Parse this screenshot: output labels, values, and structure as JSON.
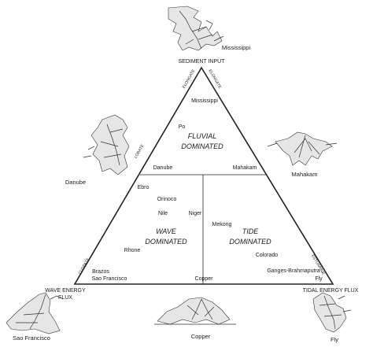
{
  "corners": {
    "top": "SEDIMENT INPUT",
    "left_line1": "WAVE ENERGY",
    "left_line2": "FLUX",
    "right": "TIDAL ENERGY FLUX"
  },
  "side_labels": {
    "elongate_left": "ELONGATE",
    "elongate_right": "ELONGATE",
    "lobate": "LOBATE",
    "cuspate": "CUSPATE",
    "estuarine": "ESTUARINE"
  },
  "zones": {
    "fluvial_line1": "FLUVIAL",
    "fluvial_line2": "DOMINATED",
    "wave_line1": "WAVE",
    "wave_line2": "DOMINATED",
    "tide_line1": "TIDE",
    "tide_line2": "DOMINATED"
  },
  "deltas_inside": {
    "mississippi": "Mississippi",
    "po": "Po",
    "danube": "Danube",
    "mahakam": "Mahakam",
    "ebro": "Ebro",
    "orinoco": "Orinoco",
    "nile": "Nile",
    "niger": "Niger",
    "mekong": "Mekong",
    "rhone": "Rhone",
    "colorado": "Colorado",
    "brazos": "Brazos",
    "sao_francisco": "Sao Francisco",
    "copper": "Copper",
    "ganges": "Ganges-Brahmaputra",
    "fly": "Fly"
  },
  "sketch_captions": {
    "mississippi": "Mississippi",
    "danube": "Danube",
    "mahakam": "Mahakam",
    "sao_francisco": "Sao Francisco",
    "copper": "Copper",
    "fly": "Fly"
  }
}
